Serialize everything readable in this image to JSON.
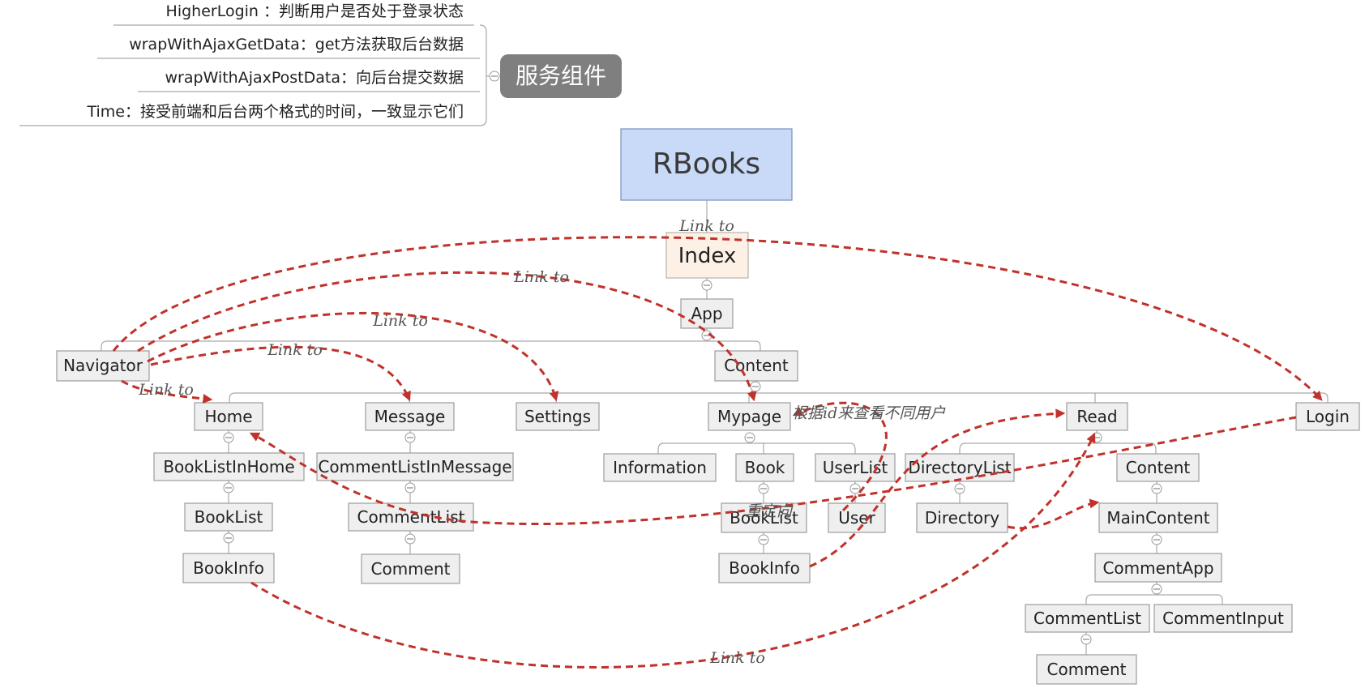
{
  "service_panel": {
    "title": "服务组件",
    "items": [
      "HigherLogin ：判断用户是否处于登录状态",
      "wrapWithAjaxGetData：get方法获取后台数据",
      "wrapWithAjaxPostData：向后台提交数据",
      "Time：接受前端和后台两个格式的时间，一致显示它们"
    ]
  },
  "tree": {
    "root": "RBooks",
    "index": "Index",
    "app": "App",
    "navigator": "Navigator",
    "content": "Content",
    "pages": {
      "home": "Home",
      "message": "Message",
      "settings": "Settings",
      "mypage": "Mypage",
      "read": "Read",
      "login": "Login"
    },
    "home_children": [
      "BookListInHome",
      "BookList",
      "BookInfo"
    ],
    "message_children": [
      "CommentListInMessage",
      "CommentList",
      "Comment"
    ],
    "mypage_children": {
      "information": "Information",
      "book": "Book",
      "book_list": "BookList",
      "book_info": "BookInfo",
      "user_list": "UserList",
      "user": "User"
    },
    "read_children": {
      "directory_list": "DirectoryList",
      "directory": "Directory",
      "content": "Content",
      "main_content": "MainContent",
      "comment_app": "CommentApp",
      "comment_list": "CommentList",
      "comment": "Comment",
      "comment_input": "CommentInput"
    }
  },
  "annotations": {
    "link_to": "Link to",
    "view_users_by_id": "根据id来查看不同用户",
    "redirect": "重定向"
  },
  "colors": {
    "link_arrow": "#c0322b",
    "root_fill": "#c9daf8",
    "index_fill": "#fdf1e6",
    "node_fill": "#efefef",
    "service_title_fill": "#7f7f7f"
  }
}
